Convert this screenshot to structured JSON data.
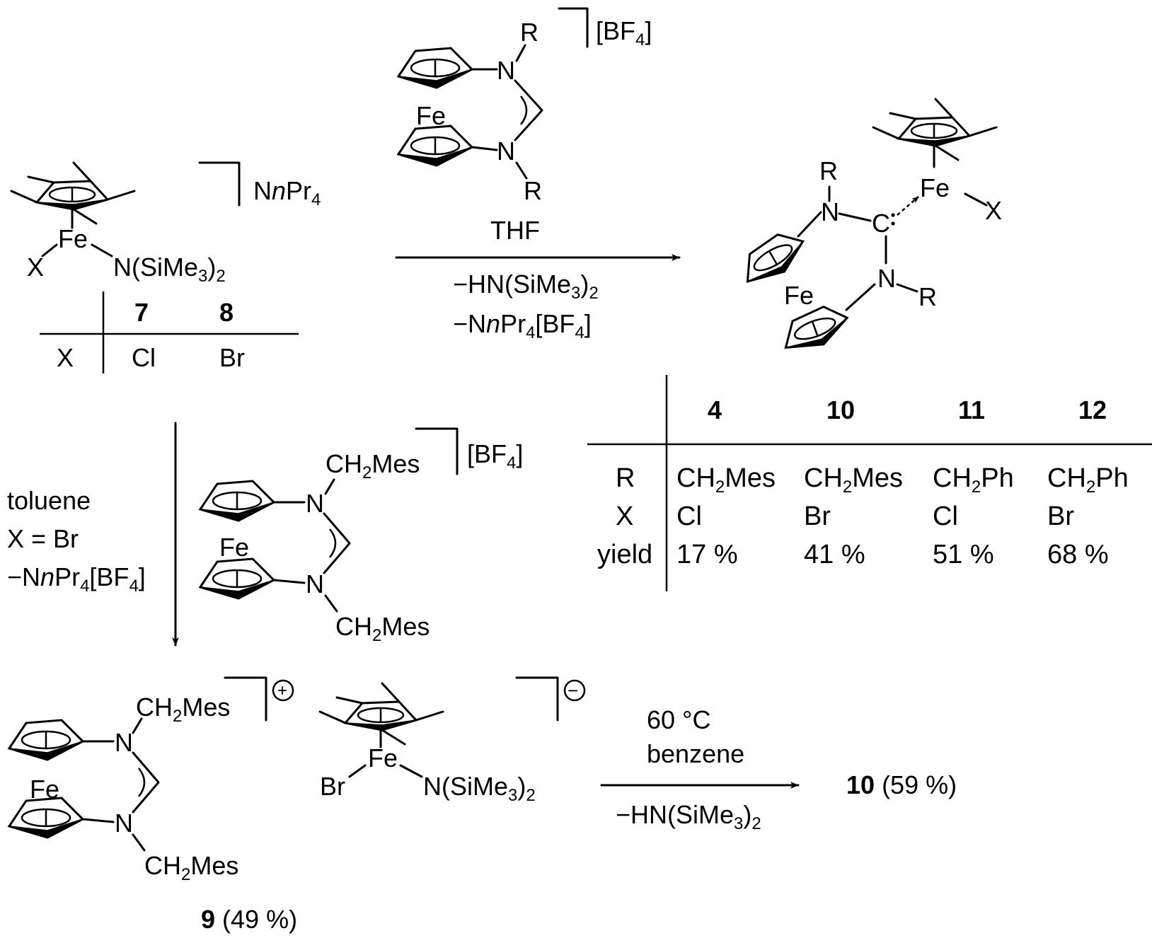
{
  "reagent_top": {
    "substituent_top": "R",
    "substituent_bottom": "R",
    "atom_n": "N",
    "metal": "Fe",
    "counterion": "[BF4]",
    "solvent": "THF"
  },
  "reaction_1": {
    "byproduct_1": "−HN(SiMe3)2",
    "byproduct_2": "−NnPr4[BF4]"
  },
  "start_complex": {
    "metal": "Fe",
    "halide": "X",
    "amide": "N(SiMe3)2",
    "cation": "NnPr4",
    "table": {
      "row_label": "X",
      "compounds": [
        "7",
        "8"
      ],
      "values": [
        "Cl",
        "Br"
      ]
    }
  },
  "product_carbene": {
    "metal_top": "Fe",
    "halide": "X",
    "metal_ferrocene": "Fe",
    "carbon": "C",
    "atom_n": "N",
    "substituent": "R",
    "table": {
      "compounds": [
        "4",
        "10",
        "11",
        "12"
      ],
      "row_labels": [
        "R",
        "X",
        "yield"
      ],
      "R": [
        "CH2Mes",
        "CH2Mes",
        "CH2Ph",
        "CH2Ph"
      ],
      "X": [
        "Cl",
        "Br",
        "Cl",
        "Br"
      ],
      "yield": [
        "17 %",
        "41 %",
        "51 %",
        "68 %"
      ]
    }
  },
  "reaction_2": {
    "conditions": [
      "toluene",
      "X = Br",
      "−NnPr4[BF4]"
    ],
    "reagent": {
      "substituent": "CH2Mes",
      "metal": "Fe",
      "atom_n": "N",
      "counterion": "[BF4]"
    }
  },
  "salt_9": {
    "cation_substituent": "CH2Mes",
    "metal": "Fe",
    "atom_n": "N",
    "charge_cation": "+",
    "charge_anion": "−",
    "anion_metal": "Fe",
    "anion_halide": "Br",
    "anion_amide": "N(SiMe3)2",
    "compound": "9",
    "yield": "(49 %)"
  },
  "reaction_3": {
    "temperature": "60 °C",
    "solvent": "benzene",
    "byproduct": "−HN(SiMe3)2",
    "product_compound": "10",
    "product_yield": "(59 %)"
  }
}
